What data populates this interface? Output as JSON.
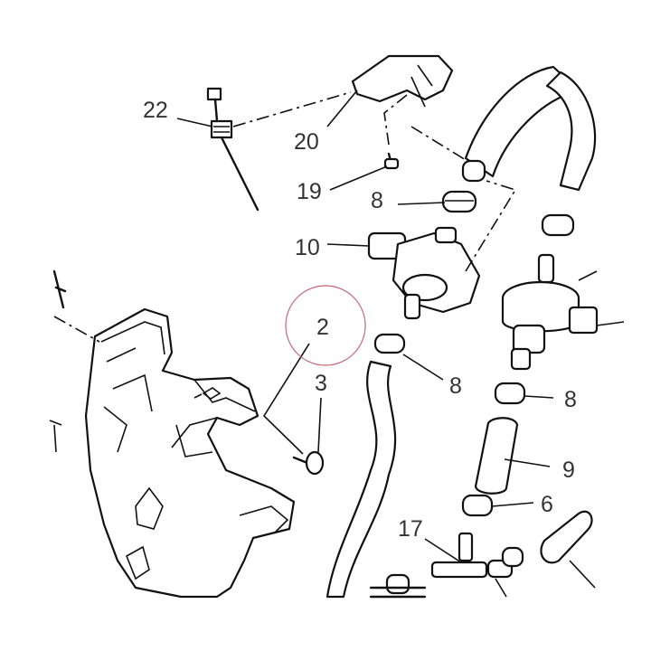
{
  "diagram": {
    "callouts": [
      {
        "id": "22",
        "text": "22"
      },
      {
        "id": "20",
        "text": "20"
      },
      {
        "id": "19",
        "text": "19"
      },
      {
        "id": "8a",
        "text": "8"
      },
      {
        "id": "10",
        "text": "10"
      },
      {
        "id": "2",
        "text": "2"
      },
      {
        "id": "3",
        "text": "3"
      },
      {
        "id": "8b",
        "text": "8"
      },
      {
        "id": "8c",
        "text": "8"
      },
      {
        "id": "9",
        "text": "9"
      },
      {
        "id": "6",
        "text": "6"
      },
      {
        "id": "17",
        "text": "17"
      }
    ],
    "highlighted_callout": "2",
    "colors": {
      "line": "#111111",
      "label": "#333333",
      "highlight": "#cc6677",
      "background": "#ffffff"
    }
  }
}
